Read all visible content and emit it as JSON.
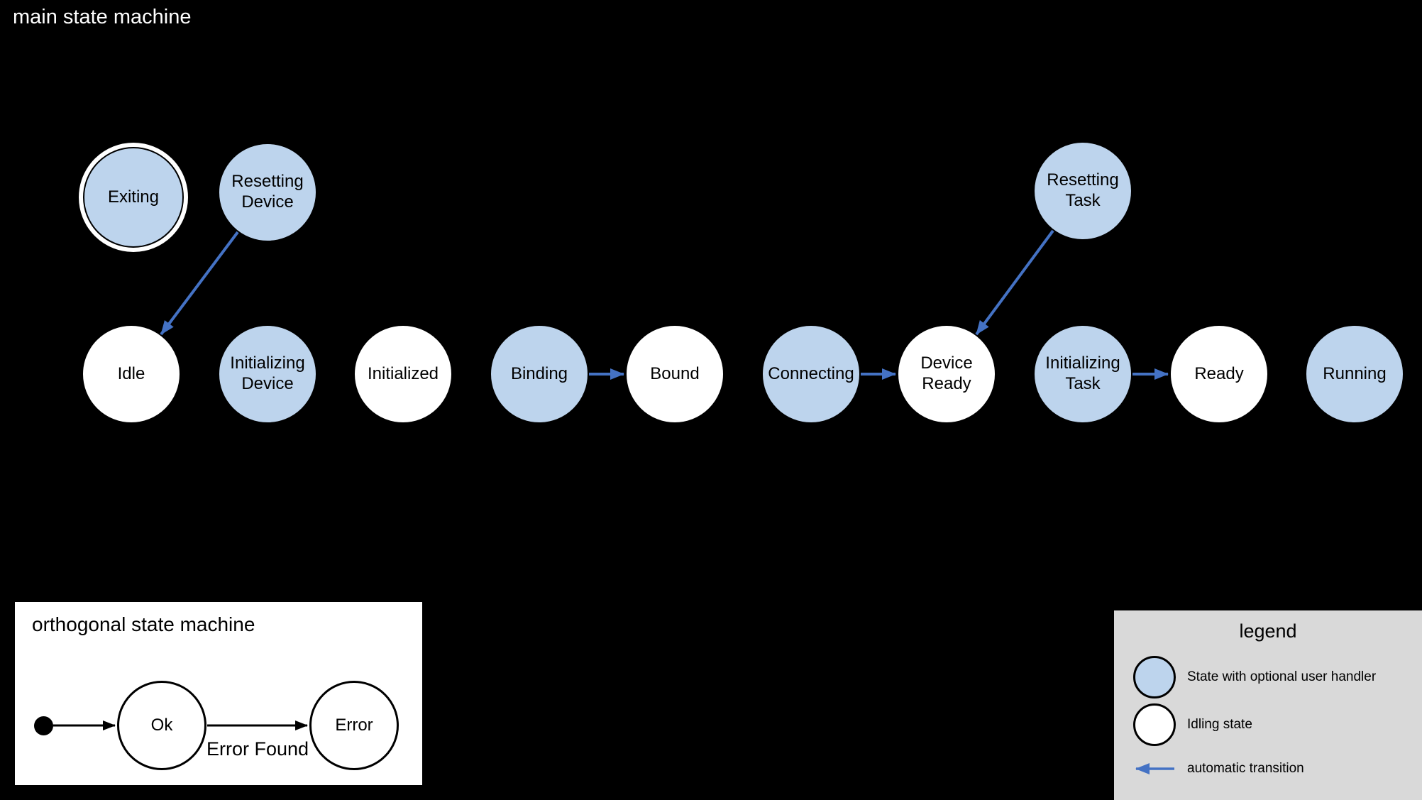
{
  "title": "main state machine",
  "colors": {
    "bg": "#000000",
    "state-blue": "#bdd4ed",
    "state-white": "#ffffff",
    "arrow-blue": "#4472c4",
    "legend-bg": "#d9d9d9",
    "title-ink": "#ffffff"
  },
  "states": [
    {
      "label": "Exiting",
      "kind": "user-handler",
      "final": true
    },
    {
      "label": "Resetting\nDevice",
      "kind": "user-handler"
    },
    {
      "label": "Resetting\nTask",
      "kind": "user-handler"
    },
    {
      "label": "Idle",
      "kind": "idling"
    },
    {
      "label": "Initializing\nDevice",
      "kind": "user-handler"
    },
    {
      "label": "Initialized",
      "kind": "idling"
    },
    {
      "label": "Binding",
      "kind": "user-handler"
    },
    {
      "label": "Bound",
      "kind": "idling"
    },
    {
      "label": "Connecting",
      "kind": "user-handler"
    },
    {
      "label": "Device\nReady",
      "kind": "idling"
    },
    {
      "label": "Initializing\nTask",
      "kind": "user-handler"
    },
    {
      "label": "Ready",
      "kind": "idling"
    },
    {
      "label": "Running",
      "kind": "user-handler"
    }
  ],
  "transitions": [
    {
      "from": "Resetting Device",
      "to": "Idle"
    },
    {
      "from": "Resetting Task",
      "to": "Device Ready"
    },
    {
      "from": "Binding",
      "to": "Bound"
    },
    {
      "from": "Connecting",
      "to": "Device Ready"
    },
    {
      "from": "Initializing Task",
      "to": "Ready"
    }
  ],
  "orthogonal": {
    "title": "orthogonal state machine",
    "states": [
      {
        "label": "Ok"
      },
      {
        "label": "Error"
      }
    ],
    "transition_label": "Error Found"
  },
  "legend": {
    "title": "legend",
    "items": [
      {
        "label": "State with optional user handler"
      },
      {
        "label": "Idling state"
      },
      {
        "label": "automatic transition"
      }
    ]
  }
}
